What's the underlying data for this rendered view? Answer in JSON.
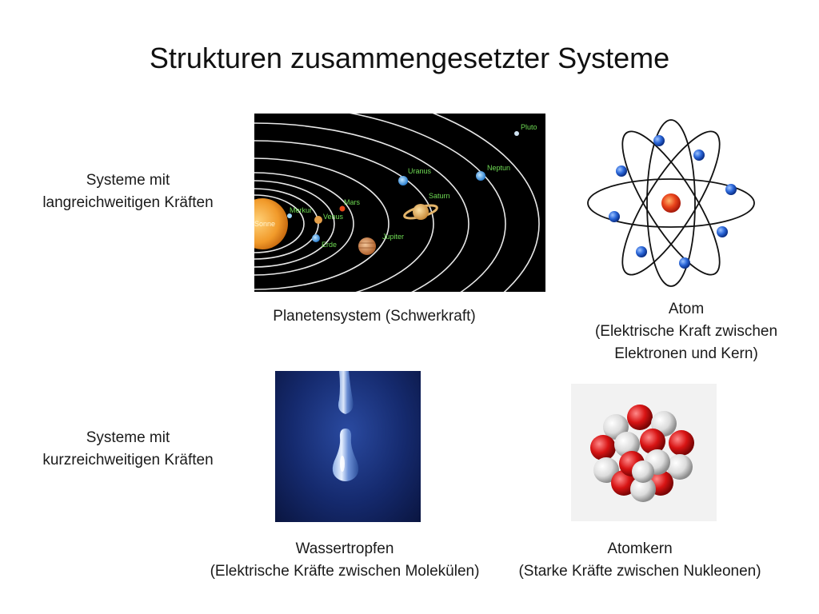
{
  "slide": {
    "title": "Strukturen zusammengesetzter Systeme"
  },
  "rows": {
    "long_range": {
      "line1": "Systeme mit",
      "line2": "langreichweitigen Kräften"
    },
    "short_range": {
      "line1": "Systeme mit",
      "line2": "kurzreichweitigen Kräften"
    }
  },
  "images": {
    "solar_system": {
      "caption": "Planetensystem (Schwerkraft)",
      "planets": {
        "sun": "Sonne",
        "mercury": "Merkur",
        "venus": "Venus",
        "earth": "Erde",
        "mars": "Mars",
        "jupiter": "Jupiter",
        "saturn": "Saturn",
        "uranus": "Uranus",
        "neptune": "Neptun",
        "pluto": "Pluto"
      }
    },
    "atom": {
      "caption_line1": "Atom",
      "caption_line2": "(Elektrische Kraft zwischen",
      "caption_line3": "Elektronen und Kern)"
    },
    "water_drop": {
      "caption_line1": "Wassertropfen",
      "caption_line2": "(Elektrische Kräfte zwischen Molekülen)"
    },
    "nucleus": {
      "caption_line1": "Atomkern",
      "caption_line2": "(Starke Kräfte zwischen Nukleonen)"
    }
  },
  "colors": {
    "electron": "#1f5fd1",
    "nucleus_core": "#e23b1c",
    "proton": "#d81414",
    "neutron": "#e8e8e8",
    "space": "#000000",
    "planet_label": "#6fdc54",
    "water_bg": "#152a6e"
  }
}
